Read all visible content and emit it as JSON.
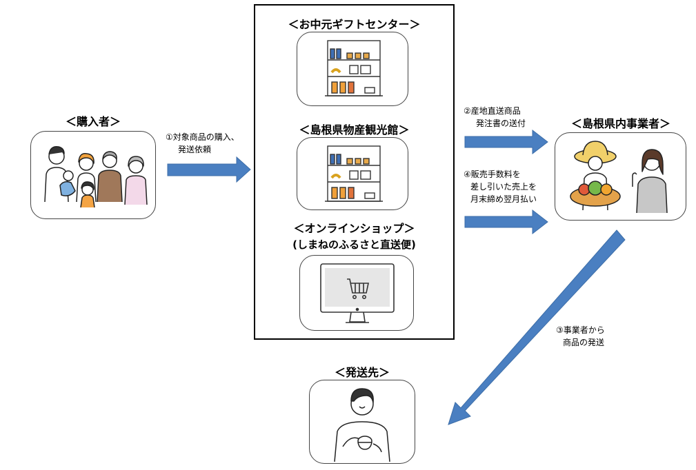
{
  "purchaser": {
    "title": "＜購入者＞"
  },
  "step1": {
    "line1": "①対象商品の購入、",
    "line2": "発送依頼"
  },
  "center": {
    "gift_center": "＜お中元ギフトセンター＞",
    "tourism_hall": "＜島根県物産観光館＞",
    "online_shop": "＜オンラインショップ＞",
    "online_shop_sub": "(しまねのふるさと直送便)"
  },
  "step2": {
    "line1": "②産地直送商品",
    "line2": "発注書の送付"
  },
  "step4": {
    "line1": "④販売手数料を",
    "line2": "差し引いた売上を",
    "line3": "月末締め翌月払い"
  },
  "business": {
    "title": "＜島根県内事業者＞"
  },
  "step3": {
    "line1": "③事業者から",
    "line2": "商品の発送"
  },
  "destination": {
    "title": "＜発送先＞"
  },
  "colors": {
    "arrow": "#4a7fc1",
    "arrow_edge": "#3d6ea8"
  }
}
